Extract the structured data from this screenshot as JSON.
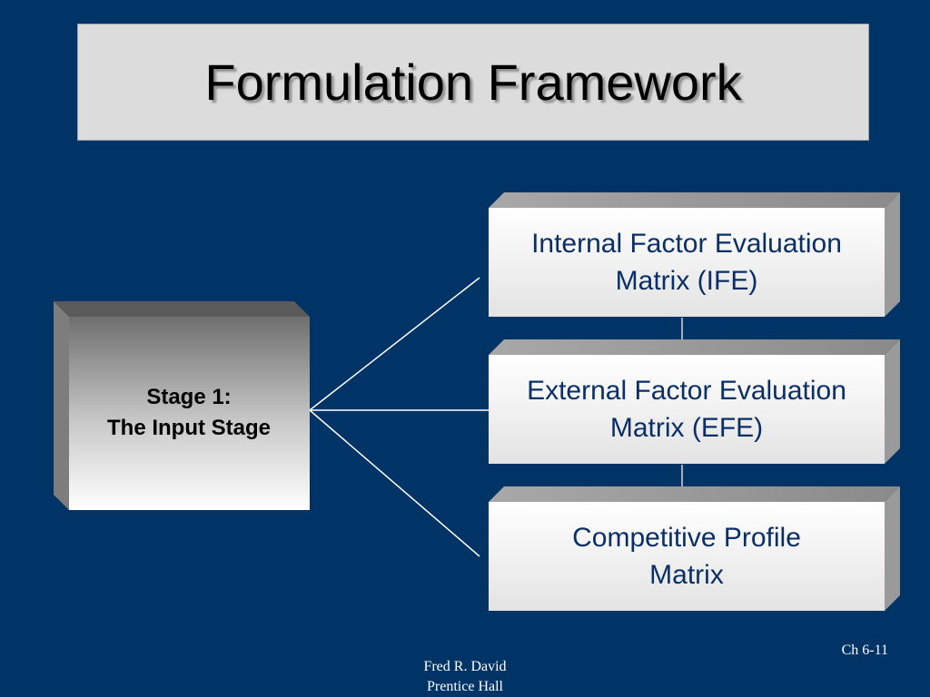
{
  "title": "Formulation Framework",
  "stage": {
    "line1": "Stage 1:",
    "line2": "The Input Stage"
  },
  "matrices": [
    {
      "line1": "Internal Factor Evaluation",
      "line2": "Matrix (IFE)"
    },
    {
      "line1": "External Factor Evaluation",
      "line2": "Matrix (EFE)"
    },
    {
      "line1": "Competitive Profile",
      "line2": "Matrix"
    }
  ],
  "footer": {
    "author": "Fred R. David",
    "publisher": "Prentice Hall",
    "page": "Ch 6-11"
  },
  "colors": {
    "background": "#003366",
    "title_box": "#dcdcdc",
    "matrix_text": "#0a2f66",
    "connector": "#ffffff"
  }
}
